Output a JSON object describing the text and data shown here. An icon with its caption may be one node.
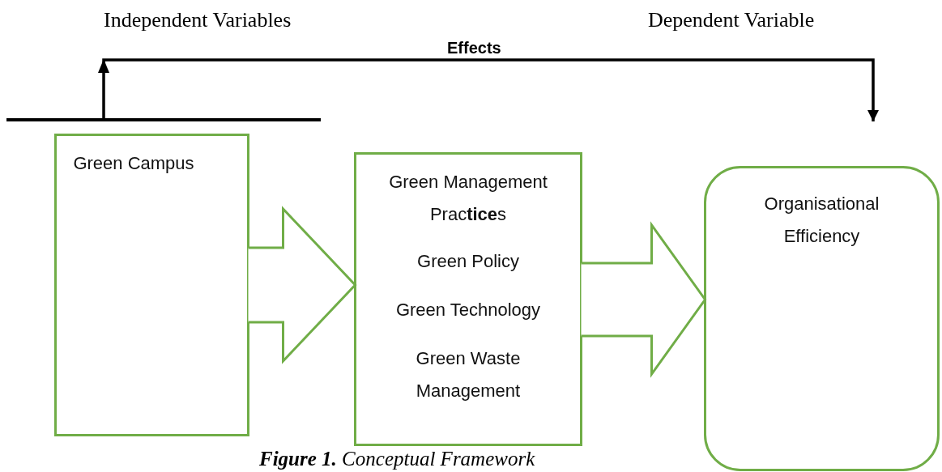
{
  "diagram": {
    "caption": "**Figure 1.** Conceptual Framework",
    "nodes": [
      {
        "text": [],
        "shape": "bar"
      },
      {
        "text": [
          "Green Campus"
        ]
      },
      {
        "text": [
          "Green Management Prac**tice**s",
          "Green Policy",
          "Green Technology",
          "Green Waste Management"
        ]
      },
      {
        "text": [
          "Organisational Efficiency"
        ]
      }
    ],
    "edges": [
      {
        "from": 0,
        "to": 3,
        "arrow": "to",
        "label": "Effects",
        "color": "#000000"
      },
      {
        "from": 1,
        "to": 2,
        "arrow": "to",
        "style": "thick"
      },
      {
        "from": 2,
        "to": 3,
        "arrow": "to",
        "style": "thick"
      }
    ],
    "labels": [
      "Independent Variables",
      "Dependent Variable"
    ]
  }
}
